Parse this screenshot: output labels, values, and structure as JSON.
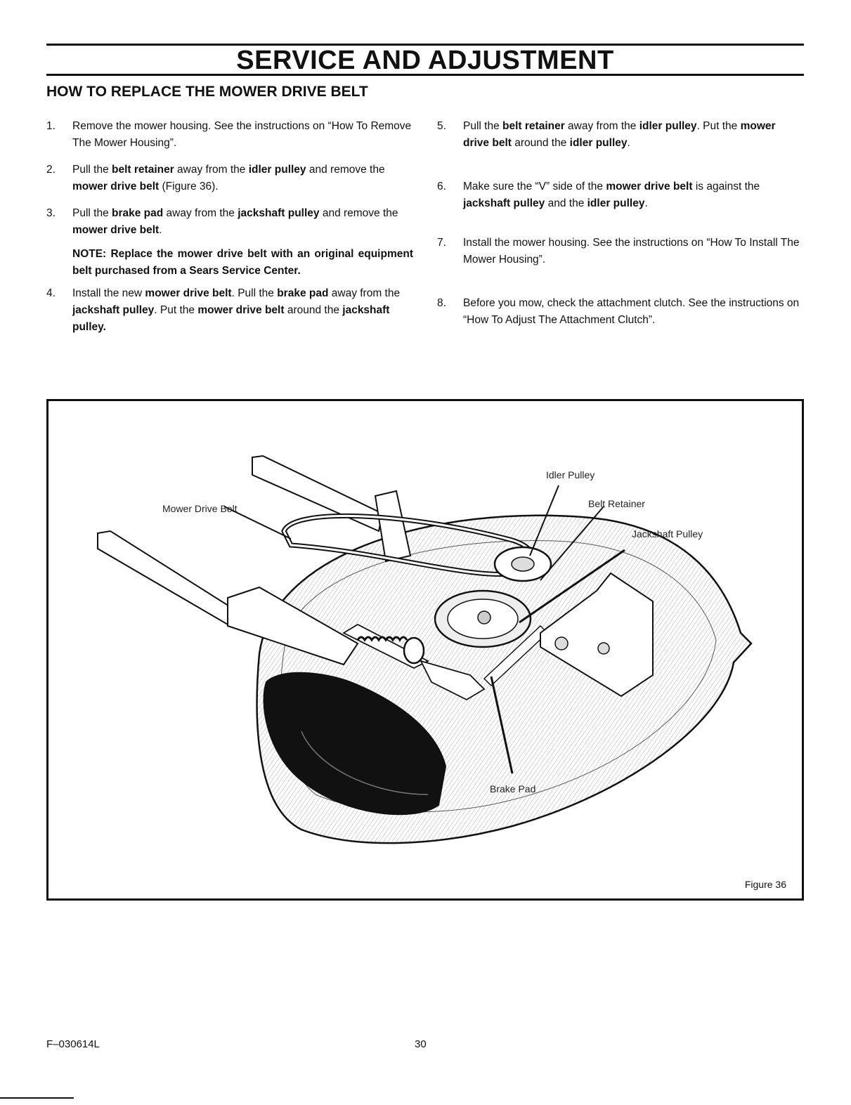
{
  "header": {
    "title": "SERVICE AND ADJUSTMENT",
    "section_heading": "HOW TO REPLACE THE MOWER DRIVE BELT"
  },
  "steps": [
    {
      "num": "1.",
      "segments": [
        {
          "text": "Remove the mower housing. See the instructions on “How To Remove The Mower Housing”.",
          "bold": false
        }
      ]
    },
    {
      "num": "2.",
      "segments": [
        {
          "text": "Pull the ",
          "bold": false
        },
        {
          "text": "belt retainer",
          "bold": true
        },
        {
          "text": " away from the ",
          "bold": false
        },
        {
          "text": "idler pulley",
          "bold": true
        },
        {
          "text": " and remove the ",
          "bold": false
        },
        {
          "text": "mower drive belt",
          "bold": true
        },
        {
          "text": " (Figure 36).",
          "bold": false
        }
      ]
    },
    {
      "num": "3.",
      "segments": [
        {
          "text": "Pull the ",
          "bold": false
        },
        {
          "text": "brake pad",
          "bold": true
        },
        {
          "text": " away from the ",
          "bold": false
        },
        {
          "text": "jackshaft pulley",
          "bold": true
        },
        {
          "text": " and remove the ",
          "bold": false
        },
        {
          "text": "mower drive belt",
          "bold": true
        },
        {
          "text": ".",
          "bold": false
        }
      ]
    },
    {
      "num": "4.",
      "segments": [
        {
          "text": "Install the new ",
          "bold": false
        },
        {
          "text": "mower drive belt",
          "bold": true
        },
        {
          "text": ". Pull the ",
          "bold": false
        },
        {
          "text": "brake pad",
          "bold": true
        },
        {
          "text": " away from the ",
          "bold": false
        },
        {
          "text": "jackshaft pulley",
          "bold": true
        },
        {
          "text": ". Put the ",
          "bold": false
        },
        {
          "text": "mower drive belt",
          "bold": true
        },
        {
          "text": " around the ",
          "bold": false
        },
        {
          "text": "jackshaft pulley.",
          "bold": true
        }
      ]
    },
    {
      "num": "5.",
      "segments": [
        {
          "text": "Pull the ",
          "bold": false
        },
        {
          "text": "belt retainer",
          "bold": true
        },
        {
          "text": " away from the ",
          "bold": false
        },
        {
          "text": "idler pulley",
          "bold": true
        },
        {
          "text": ". Put the ",
          "bold": false
        },
        {
          "text": "mower drive belt",
          "bold": true
        },
        {
          "text": " around the ",
          "bold": false
        },
        {
          "text": "idler pulley",
          "bold": true
        },
        {
          "text": ".",
          "bold": false
        }
      ]
    },
    {
      "num": "6.",
      "segments": [
        {
          "text": "Make sure the “V” side of the ",
          "bold": false
        },
        {
          "text": "mower drive belt",
          "bold": true
        },
        {
          "text": " is against the ",
          "bold": false
        },
        {
          "text": "jackshaft pulley",
          "bold": true
        },
        {
          "text": " and the ",
          "bold": false
        },
        {
          "text": "idler pulley",
          "bold": true
        },
        {
          "text": ".",
          "bold": false
        }
      ]
    },
    {
      "num": "7.",
      "segments": [
        {
          "text": "Install the mower housing. See the instructions on “How To Install The Mower Housing”.",
          "bold": false
        }
      ]
    },
    {
      "num": "8.",
      "segments": [
        {
          "text": "Before you mow, check the attachment clutch. See the instructions on “How To Adjust The Attachment Clutch”.",
          "bold": false
        }
      ]
    }
  ],
  "note": "NOTE: Replace the mower drive belt with an original equipment belt purchased from a Sears Service Center.",
  "figure": {
    "labels": {
      "idler_pulley": "Idler Pulley",
      "belt_retainer": "Belt Retainer",
      "jackshaft_pulley": "Jackshaft Pulley",
      "mower_drive_belt": "Mower Drive Belt",
      "brake_pad": "Brake Pad"
    },
    "caption": "Figure 36"
  },
  "footer": {
    "code": "F–030614L",
    "page_number": "30"
  }
}
